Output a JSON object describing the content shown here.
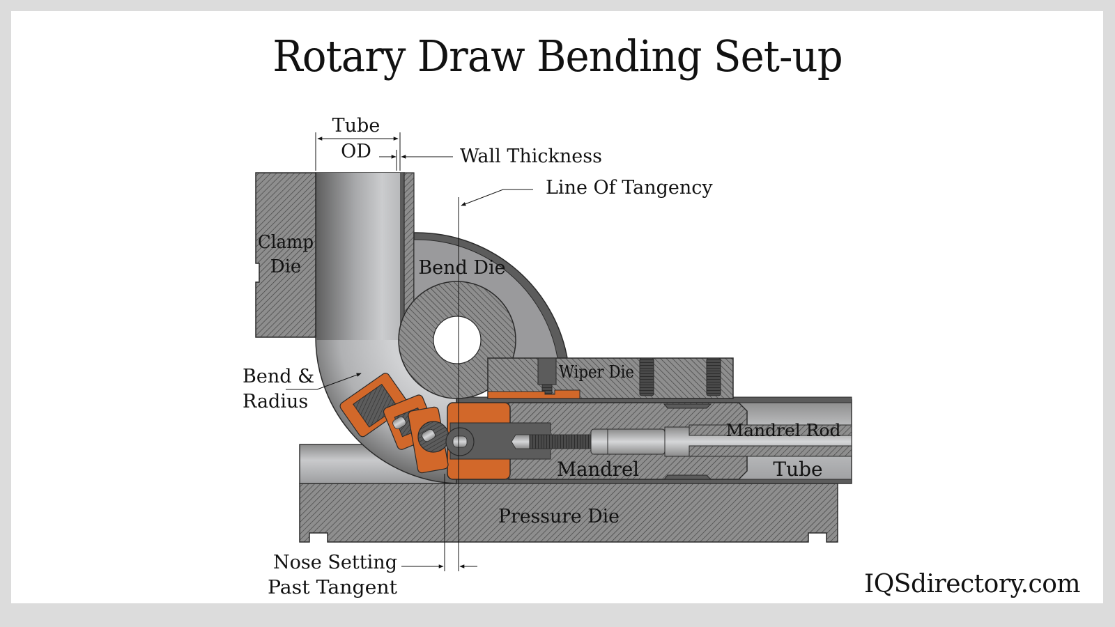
{
  "title": "Rotary Draw Bending Set-up",
  "credit": "IQSdirectory.com",
  "labels": {
    "tube_od_line1": "Tube",
    "tube_od_line2": "OD",
    "wall_thickness": "Wall Thickness",
    "line_of_tangency": "Line Of Tangency",
    "clamp_die_line1": "Clamp",
    "clamp_die_line2": "Die",
    "bend_die": "Bend Die",
    "bend_radius_line1": "Bend &",
    "bend_radius_line2": "Radius",
    "wiper_die": "Wiper Die",
    "mandrel_rod": "Mandrel Rod",
    "mandrel": "Mandrel",
    "tube": "Tube",
    "pressure_die": "Pressure Die",
    "nose_setting_line1": "Nose Setting",
    "nose_setting_line2": "Past Tangent"
  },
  "colors": {
    "background_border": "#dcdcdc",
    "card": "#ffffff",
    "hatched_steel": "#8e8e8e",
    "dark_steel": "#5c5c5c",
    "mandrel_ball_orange": "#d2682a",
    "tube_light": "#c8c9cb",
    "tube_dark": "#6a6a6a",
    "ink": "#111111"
  }
}
